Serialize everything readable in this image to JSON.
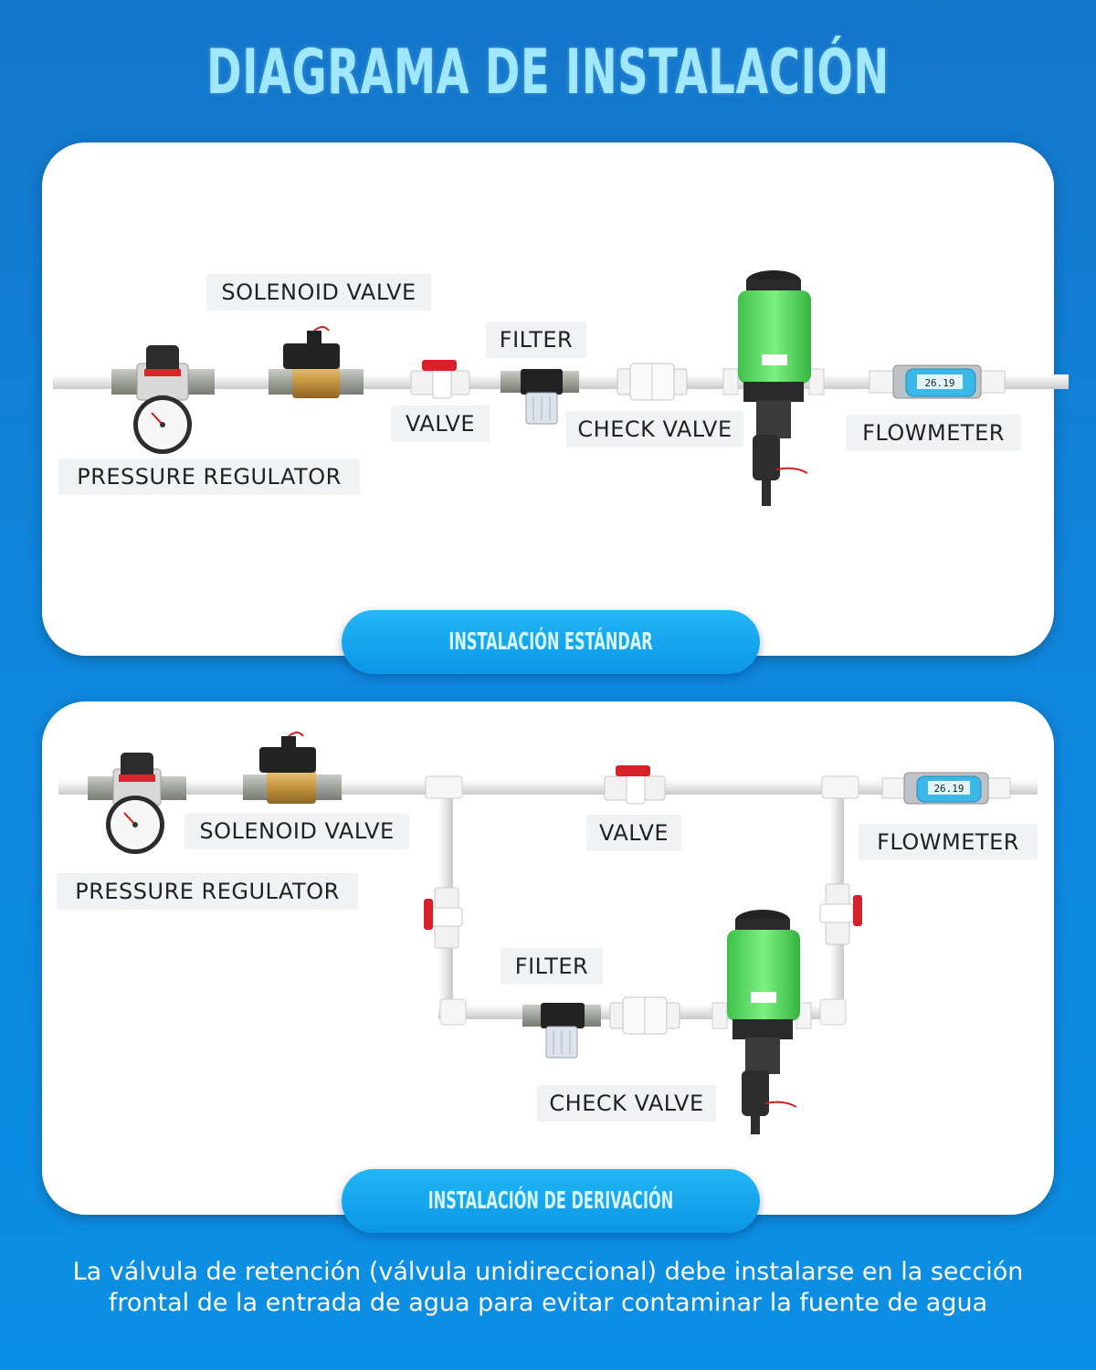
{
  "title": "DIAGRAMA DE INSTALACIÓN",
  "standard": {
    "caption": "INSTALACIÓN ESTÁNDAR",
    "labels": {
      "solenoid_valve": "SOLENOID VALVE",
      "filter": "FILTER",
      "valve": "VALVE",
      "check_valve": "CHECK VALVE",
      "flowmeter": "FLOWMETER",
      "pressure_regulator": "PRESSURE REGULATOR"
    }
  },
  "bypass": {
    "caption": "INSTALACIÓN DE DERIVACIÓN",
    "labels": {
      "solenoid_valve": "SOLENOID VALVE",
      "valve": "VALVE",
      "flowmeter": "FLOWMETER",
      "pressure_regulator": "PRESSURE REGULATOR",
      "filter": "FILTER",
      "check_valve": "CHECK VALVE"
    }
  },
  "flowmeter_display": "26.19",
  "note": {
    "line1": "La válvula de retención (válvula unidireccional) debe instalarse en la sección",
    "line2": "frontal de la entrada de agua para evitar contaminar la fuente de agua"
  },
  "colors": {
    "background": "#1078d0",
    "title": "#9fe8ff",
    "caption_pill": "#0b96e6",
    "doser_body": "#5ee06a",
    "valve_handle": "#e02028"
  }
}
